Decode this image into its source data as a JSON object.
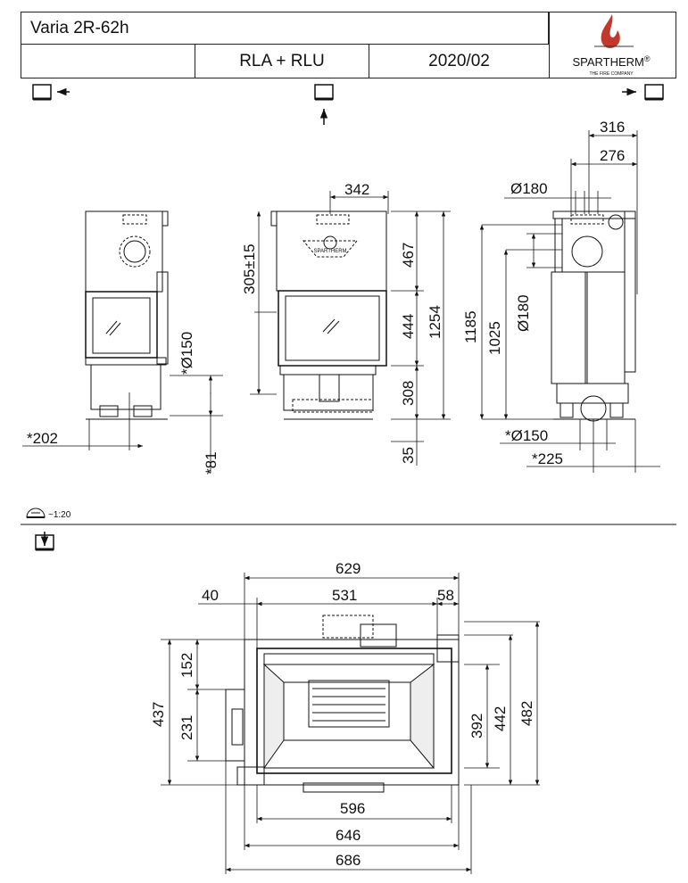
{
  "header": {
    "model": "Varia 2R-62h",
    "variant": "RLA + RLU",
    "date": "2020/02",
    "brand": "SPARTHERM",
    "brand_mark": "®",
    "tagline": "THE FIRE COMPANY",
    "logo_icon": "flame-icon"
  },
  "views": {
    "left_icon": "view-left-icon",
    "front_icon": "view-front-icon",
    "right_icon": "view-right-icon",
    "top_icon": "view-top-icon"
  },
  "scale": {
    "label": "~1:20",
    "icon": "scale-ruler-icon"
  },
  "dims": {
    "side_top_w": "316",
    "side_inner_w": "276",
    "front_flue_w": "342",
    "side_flue_d": "Ø180",
    "front_door_offset": "305±15",
    "front_top_h": "467",
    "front_glass_h": "444",
    "front_total_h": "1254",
    "front_base_h": "308",
    "front_foot_h": "35",
    "side_h_1185": "1185",
    "side_h_1025": "1025",
    "side_flue_d_vert": "Ø180",
    "left_air_d": "*Ø150",
    "left_air_x": "*202",
    "left_air_y": "*81",
    "side_air_d": "*Ø150",
    "side_air_x": "*225",
    "plan_629": "629",
    "plan_40": "40",
    "plan_531": "531",
    "plan_58": "58",
    "plan_152": "152",
    "plan_437": "437",
    "plan_231": "231",
    "plan_392": "392",
    "plan_442": "442",
    "plan_482": "482",
    "plan_596": "596",
    "plan_646": "646",
    "plan_686": "686"
  }
}
